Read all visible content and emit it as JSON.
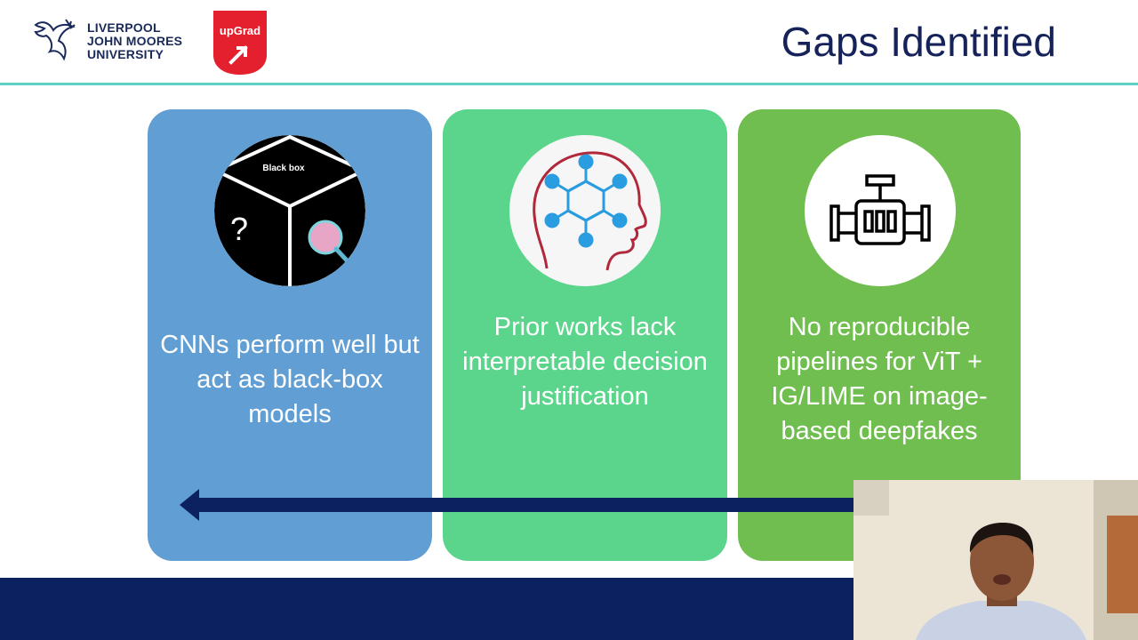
{
  "header": {
    "ljmu_lines": [
      "LIVERPOOL",
      "JOHN MOORES",
      "UNIVERSITY"
    ],
    "upgrad_label": "upGrad",
    "title": "Gaps Identified"
  },
  "panels": [
    {
      "text": "CNNs perform well but act as black-box models",
      "icon": "black-box-icon",
      "icon_label": "Black box",
      "icon_mark": "?"
    },
    {
      "text": "Prior works lack interpretable decision justification",
      "icon": "brain-network-icon"
    },
    {
      "text": "No reproducible pipelines for ViT + IG/LIME on image-based deepfakes",
      "icon": "pipeline-valve-icon"
    }
  ],
  "colors": {
    "panel1": "#609ed3",
    "panel2": "#5bd58b",
    "panel3": "#70be4f",
    "title": "#16235a",
    "bottom_bar": "#0c2260",
    "header_line": "#5fd0c6",
    "upgrad_red": "#e4202f"
  }
}
